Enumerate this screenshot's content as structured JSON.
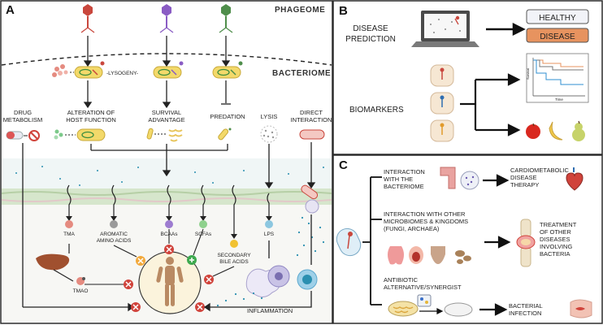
{
  "panel_a": {
    "letter": "A",
    "phageome": "PHAGEOME",
    "bacteriome": "BACTERIOME",
    "lysogeny": "-LYSOGENY-",
    "drug_metabolism": [
      "DRUG",
      "METABOLISM"
    ],
    "alteration": [
      "ALTERATION OF",
      "HOST FUNCTION"
    ],
    "survival": [
      "SURVIVAL",
      "ADVANTAGE"
    ],
    "predation": "PREDATION",
    "lysis": "LYSIS",
    "direct": [
      "DIRECT",
      "INTERACTION"
    ],
    "metabolites": {
      "tma": "TMA",
      "aromatic": [
        "AROMATIC",
        "AMINO ACIDS"
      ],
      "bcaas": "BCAAs",
      "scfas": "SCFAs",
      "lps": "LPS",
      "secondary": [
        "SECONDARY",
        "BILE ACIDS"
      ],
      "tmao": "TMAO"
    },
    "inflammation": "INFLAMMATION"
  },
  "panel_b": {
    "letter": "B",
    "disease_prediction": [
      "DISEASE",
      "PREDICTION"
    ],
    "healthy": "HEALTHY",
    "disease": "DISEASE",
    "biomarkers": "BIOMARKERS",
    "km_ylabel": "Survival",
    "km_xlabel": "Time"
  },
  "panel_c": {
    "letter": "C",
    "interaction_bacteriome": [
      "INTERACTION",
      "WITH THE",
      "BACTERIOME"
    ],
    "cardiometabolic": [
      "CARDIOMETABOLIC",
      "DISEASE",
      "THERAPY"
    ],
    "interaction_other": [
      "INTERACTION WITH OTHER",
      "MICROBIOMES & KINGDOMS",
      "(FUNGI, ARCHAEA)"
    ],
    "treatment_other": [
      "TREATMENT",
      "OF OTHER",
      "DISEASES",
      "INVOLVING",
      "BACTERIA"
    ],
    "antibiotic": [
      "ANTIBIOTIC",
      "ALTERNATIVE/SYNERGIST"
    ],
    "bacterial_infection": [
      "BACTERIAL",
      "INFECTION"
    ]
  },
  "colors": {
    "frame": "#2b2b2b",
    "gut_bg": "#eef3f3",
    "tissue_bg": "#f7f7f4",
    "membrane": "#cfe3c8",
    "healthy_box": "#f2f3f8",
    "disease_box": "#e7935f",
    "inhibit_red": "#d0433b",
    "enhance_green": "#3ea94f",
    "bacteria_yellow": "#f3d96a",
    "phage_red": "#c9473d",
    "phage_purple": "#8a5cc4",
    "phage_green": "#4f8e4b"
  }
}
